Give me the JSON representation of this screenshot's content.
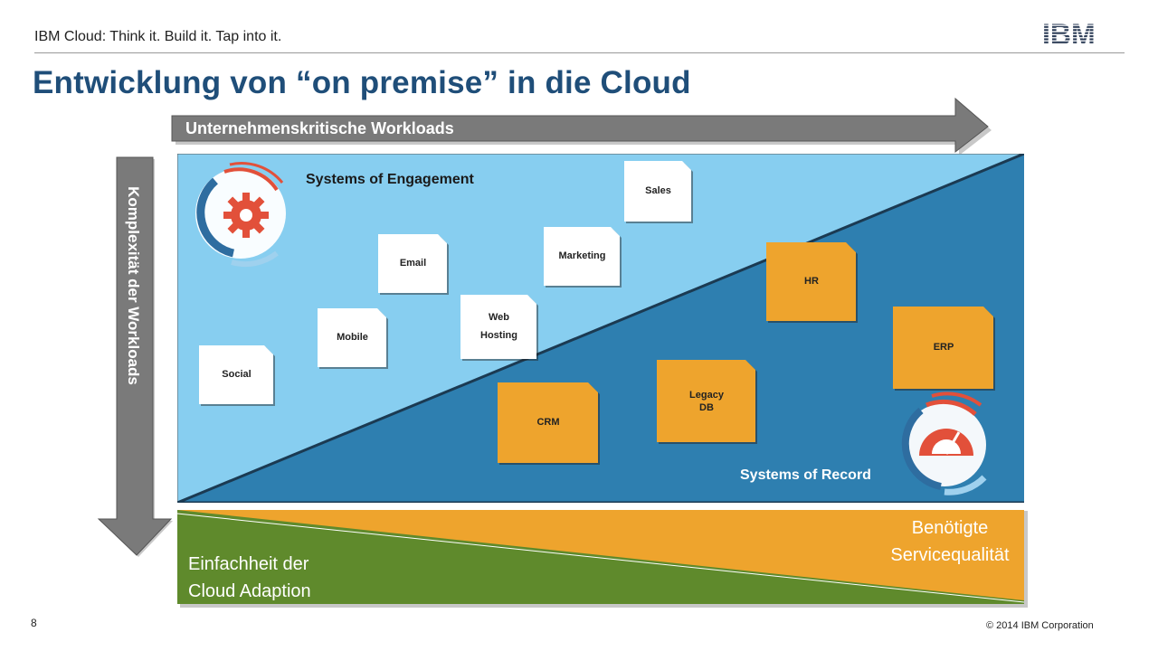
{
  "header": {
    "subtitle": "IBM Cloud: Think it. Build it. Tap into it.",
    "logo_text": "IBM"
  },
  "slide": {
    "title": "Entwicklung von “on premise” in die Cloud"
  },
  "arrows": {
    "horizontal_label": "Unternehmenskritische Workloads",
    "vertical_label": "Komplexität der Workloads"
  },
  "zones": {
    "engagement": "Systems of Engagement",
    "record": "Systems of Record"
  },
  "cards": {
    "social": "Social",
    "mobile": "Mobile",
    "email": "Email",
    "web_line1": "Web",
    "web_line2": "Hosting",
    "marketing": "Marketing",
    "sales": "Sales",
    "crm": "CRM",
    "legacy_line1": "Legacy",
    "legacy_line2": "DB",
    "hr": "HR",
    "erp": "ERP"
  },
  "bottom": {
    "left_line1": "Einfachheit der",
    "left_line2": "Cloud Adaption",
    "right_line1": "Benötigte",
    "right_line2": "Servicequalität"
  },
  "footer": {
    "page_number": "8",
    "copyright": "© 2014 IBM Corporation"
  },
  "colors": {
    "title_blue": "#1f4e79",
    "light_blue": "#87cef0",
    "dark_blue": "#2e7fb0",
    "orange": "#eea42d",
    "green": "#5f8a2c",
    "arrow_gray": "#7a7a7a"
  },
  "icons": [
    "gear-icon",
    "speedometer-icon",
    "ibm-logo"
  ]
}
